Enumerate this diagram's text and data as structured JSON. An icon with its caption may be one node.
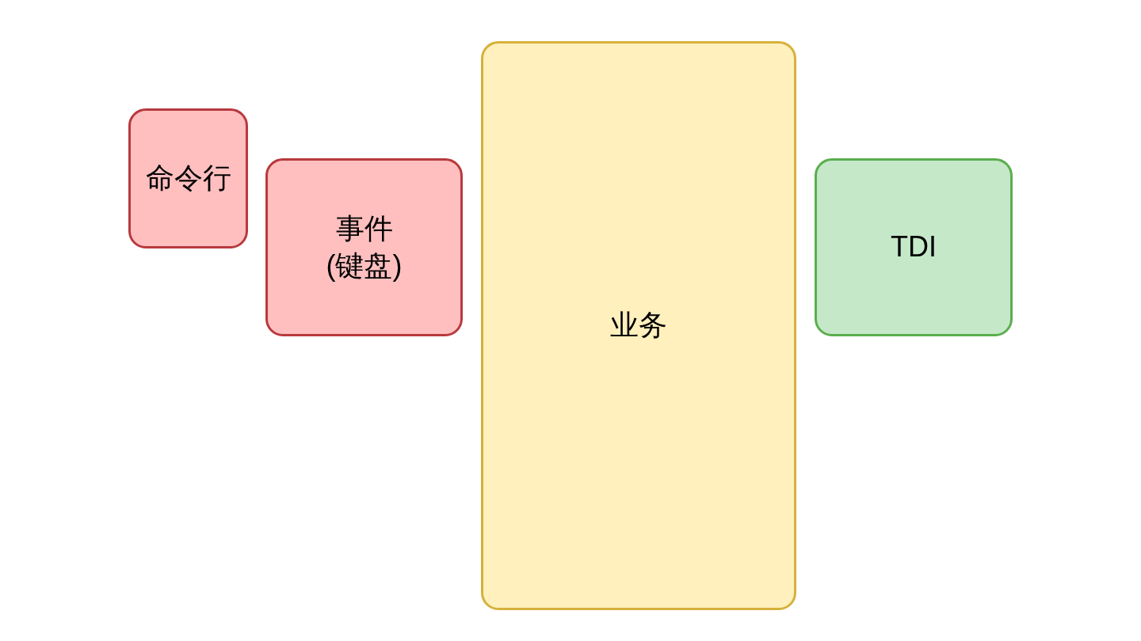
{
  "diagram": {
    "nodes": [
      {
        "text": [
          "命令行"
        ]
      },
      {
        "text": [
          "事件(键盘)"
        ]
      },
      {
        "text": [
          "业务"
        ]
      },
      {
        "text": [
          "TDI"
        ]
      }
    ]
  }
}
